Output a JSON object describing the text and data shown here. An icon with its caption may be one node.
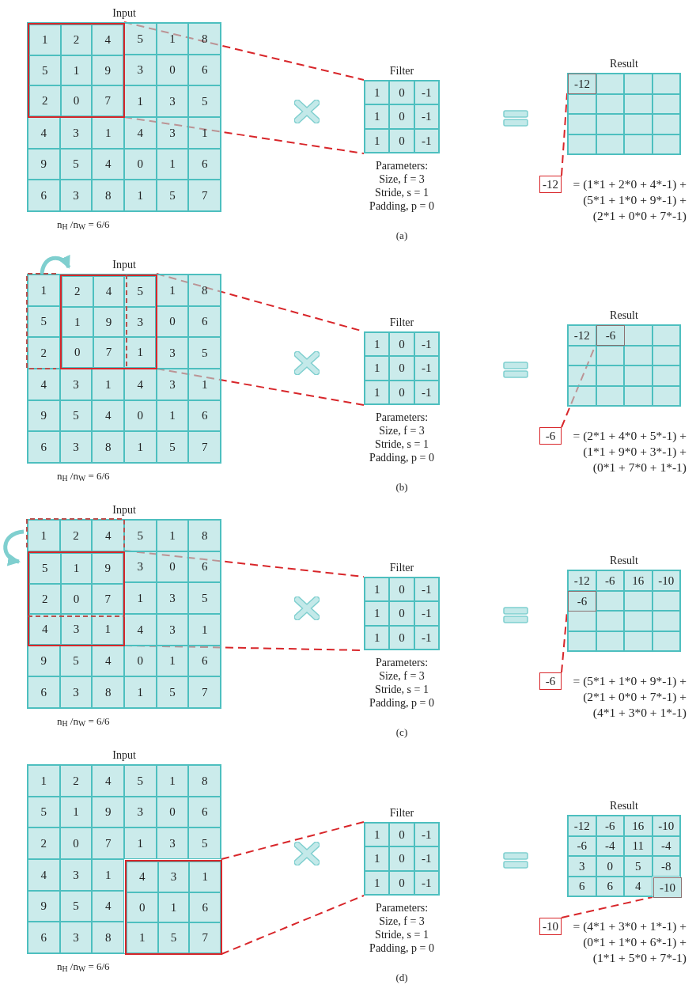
{
  "diagram": {
    "nodes": [
      {
        "text": [
          "Input",
          "5",
          "1",
          "8",
          "3",
          "0",
          "6",
          "1",
          "3",
          "5",
          "4",
          "3",
          "1",
          "4",
          "3",
          "1",
          "9",
          "5",
          "4",
          "0",
          "1",
          "6",
          "6",
          "3",
          "8",
          "1",
          "5",
          "7"
        ],
        "beside": [
          "n$_{H}$ /n$_{W}$ = 6/6"
        ]
      },
      {
        "text": [
          "1",
          "2",
          "4",
          "5",
          "1",
          "9",
          "2",
          "0",
          "7"
        ],
        "in": 0
      },
      {
        "text": [
          "Filter",
          "1",
          "0",
          "-1",
          "1",
          "0",
          "-1",
          "1",
          "0",
          "-1"
        ],
        "beside": [
          "Parameters:",
          "Size, f = 3",
          "Stride, s = 1",
          "Padding, p = 0"
        ]
      },
      {
        "text": [
          "Result"
        ]
      },
      {
        "text": [
          "-12"
        ],
        "in": 3
      },
      {
        "text": [
          "-12"
        ],
        "beside": [
          "= (1*1 + 2*0 + 4*-1) +",
          "(5*1 + 1*0 + 9*-1) +",
          "(2*1 + 0*0 + 7*-1)"
        ]
      },
      {
        "text": [
          "Input",
          "1",
          "1",
          "8",
          "5",
          "0",
          "6",
          "2",
          "3",
          "5",
          "4",
          "3",
          "1",
          "4",
          "3",
          "1",
          "9",
          "5",
          "4",
          "0",
          "1",
          "6",
          "6",
          "3",
          "8",
          "1",
          "5",
          "7"
        ],
        "beside": [
          "n$_{H}$ /n$_{W}$ = 6/6"
        ]
      },
      {
        "text": [
          "2",
          "4",
          "5",
          "1",
          "9",
          "3",
          "0",
          "7",
          "1"
        ],
        "in": 6
      },
      {
        "text": [
          "Filter",
          "1",
          "0",
          "-1",
          "1",
          "0",
          "-1",
          "1",
          "0",
          "-1"
        ],
        "beside": [
          "Parameters:",
          "Size, f = 3",
          "Stride, s = 1",
          "Padding, p = 0"
        ]
      },
      {
        "text": [
          "Result",
          "-12"
        ]
      },
      {
        "text": [
          "-6"
        ],
        "in": 9
      },
      {
        "text": [
          "-6"
        ],
        "beside": [
          "= (2*1 + 4*0 + 5*-1) +",
          "(1*1 + 9*0 + 3*-1) +",
          "(0*1 + 7*0 + 1*-1)"
        ]
      },
      {
        "text": [
          "Input",
          "1",
          "2",
          "4",
          "5",
          "1",
          "8",
          "3",
          "0",
          "6",
          "1",
          "3",
          "5",
          "4",
          "3",
          "1",
          "9",
          "5",
          "4",
          "0",
          "1",
          "6",
          "6",
          "3",
          "8",
          "1",
          "5",
          "7"
        ],
        "beside": [
          "n$_{H}$ /n$_{W}$ = 6/6"
        ]
      },
      {
        "text": [
          "5",
          "1",
          "9",
          "2",
          "0",
          "7",
          "4",
          "3",
          "1"
        ],
        "in": 12
      },
      {
        "text": [
          "Filter",
          "1",
          "0",
          "-1",
          "1",
          "0",
          "-1",
          "1",
          "0",
          "-1"
        ],
        "beside": [
          "Parameters:",
          "Size, f = 3",
          "Stride, s = 1",
          "Padding, p = 0"
        ]
      },
      {
        "text": [
          "Result",
          "-12",
          "-6",
          "16",
          "-10"
        ]
      },
      {
        "text": [
          "-6"
        ],
        "in": 15
      },
      {
        "text": [
          "-6"
        ],
        "beside": [
          "= (5*1 + 1*0 + 9*-1) +",
          "(2*1 + 0*0 + 7*-1) +",
          "(4*1 + 3*0 + 1*-1)"
        ]
      },
      {
        "text": [
          "Input",
          "1",
          "2",
          "4",
          "5",
          "1",
          "8",
          "5",
          "1",
          "9",
          "3",
          "0",
          "6",
          "2",
          "0",
          "7",
          "1",
          "3",
          "5",
          "4",
          "3",
          "1",
          "9",
          "5",
          "4",
          "6",
          "3",
          "8"
        ],
        "beside": [
          "n$_{H}$ /n$_{W}$ = 6/6"
        ]
      },
      {
        "text": [
          "4",
          "3",
          "1",
          "0",
          "1",
          "6",
          "1",
          "5",
          "7"
        ],
        "in": 18
      },
      {
        "text": [
          "Filter",
          "1",
          "0",
          "-1",
          "1",
          "0",
          "-1",
          "1",
          "0",
          "-1"
        ],
        "beside": [
          "Parameters:",
          "Size, f = 3",
          "Stride, s = 1",
          "Padding, p = 0"
        ]
      },
      {
        "text": [
          "Result",
          "-12",
          "-6",
          "16",
          "-10",
          "-6",
          "-4",
          "11",
          "-4",
          "3",
          "0",
          "5",
          "-8",
          "6",
          "6",
          "4"
        ]
      },
      {
        "text": [
          "-10"
        ],
        "in": 21
      },
      {
        "text": [
          "-10"
        ],
        "beside": [
          "= (4*1 + 3*0 + 1*-1) +",
          "(0*1 + 1*0 + 6*-1) +",
          "(1*1 + 5*0 + 7*-1)"
        ]
      }
    ],
    "edges": [
      {
        "from": 1,
        "to": 2,
        "arrow": "none",
        "style": "dashed"
      },
      {
        "from": 1,
        "to": 2,
        "arrow": "none",
        "style": "dashed"
      },
      {
        "from": 5,
        "to": 4,
        "arrow": "none",
        "style": "dashed"
      },
      {
        "from": 7,
        "to": 8,
        "arrow": "none",
        "style": "dashed"
      },
      {
        "from": 7,
        "to": 8,
        "arrow": "none",
        "style": "dashed"
      },
      {
        "from": 11,
        "to": 10,
        "arrow": "none",
        "style": "dashed"
      },
      {
        "from": 13,
        "to": 14,
        "arrow": "none",
        "style": "dashed"
      },
      {
        "from": 13,
        "to": 14,
        "arrow": "none",
        "style": "dashed"
      },
      {
        "from": 17,
        "to": 16,
        "arrow": "none",
        "style": "dashed"
      },
      {
        "from": 19,
        "to": 20,
        "arrow": "none",
        "style": "dashed"
      },
      {
        "from": 19,
        "to": 20,
        "arrow": "none",
        "style": "dashed"
      },
      {
        "from": 23,
        "to": 22,
        "arrow": "none",
        "style": "dashed"
      },
      {
        "from": null,
        "to": 7,
        "arrow": "to",
        "style": "thick",
        "color": "#7fcfcf"
      },
      {
        "from": null,
        "to": 13,
        "arrow": "to",
        "style": "thick",
        "color": "#7fcfcf"
      }
    ],
    "labels": [
      "(a)",
      "(b)",
      "(c)",
      "(d)"
    ]
  }
}
